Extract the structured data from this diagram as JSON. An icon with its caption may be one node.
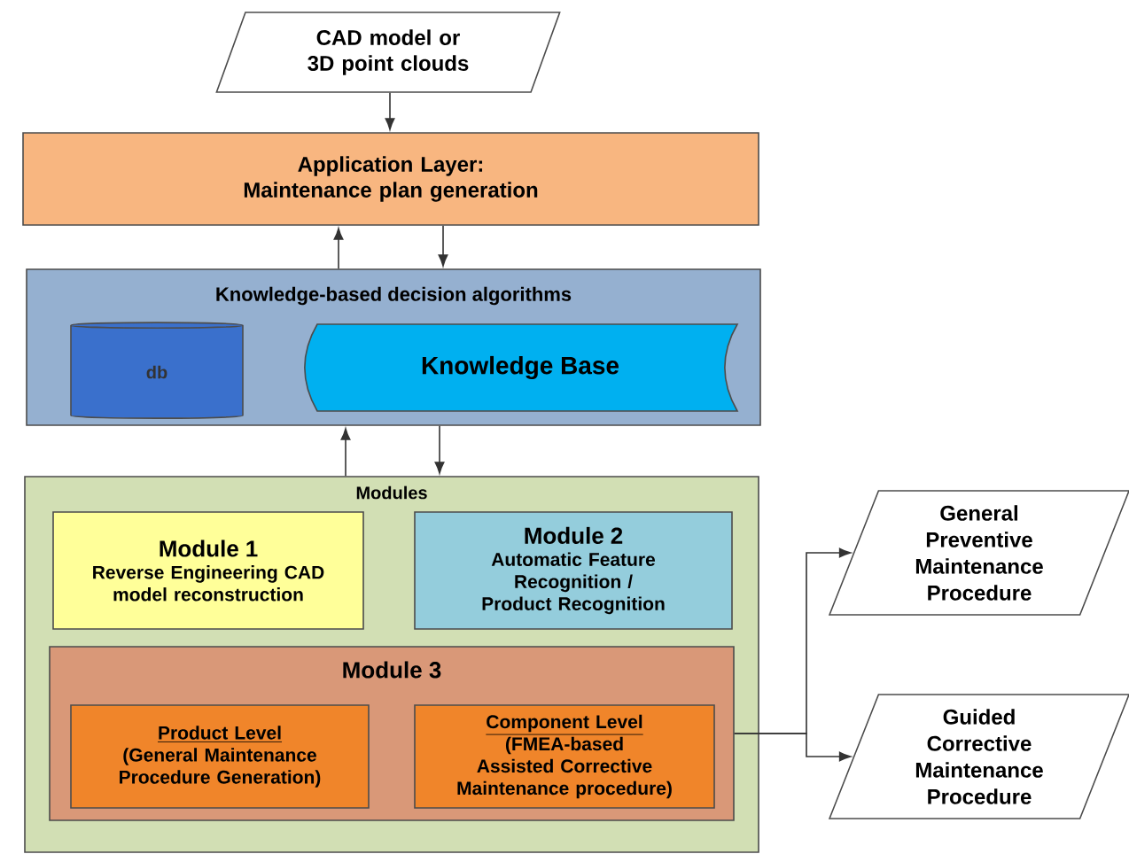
{
  "diagram": {
    "nodes": [
      {
        "text": [
          "CAD model or 3D point clouds"
        ]
      },
      {
        "text": [
          "Application Layer: Maintenance plan generation"
        ]
      },
      {
        "text": [
          "Knowledge-based decision algorithms"
        ]
      },
      {
        "text": [
          "db"
        ],
        "in": 2
      },
      {
        "text": [
          "Knowledge Base"
        ],
        "in": 2
      },
      {
        "text": [
          "Modules"
        ]
      },
      {
        "text": [
          "Module 1",
          "Reverse Engineering CAD model reconstruction"
        ],
        "in": 5
      },
      {
        "text": [
          "Module 2",
          "Automatic Feature Recognition / Product Recognition"
        ],
        "in": 5
      },
      {
        "text": [
          "Module 3"
        ],
        "in": 5
      },
      {
        "text": [
          "Product Level",
          "(General Maintenance Procedure Generation)"
        ],
        "in": 8
      },
      {
        "text": [
          "Component Level",
          "(FMEA-based Assisted Corrective Maintenance procedure)"
        ],
        "in": 8
      },
      {
        "text": [
          "General Preventive Maintenance Procedure"
        ]
      },
      {
        "text": [
          "Guided Corrective Maintenance Procedure"
        ]
      }
    ],
    "edges": [
      {
        "from": 0,
        "to": 1,
        "arrow": "to"
      },
      {
        "from": 2,
        "to": 1,
        "arrow": "to"
      },
      {
        "from": 1,
        "to": 2,
        "arrow": "to"
      },
      {
        "from": 5,
        "to": 2,
        "arrow": "to"
      },
      {
        "from": 2,
        "to": 5,
        "arrow": "to"
      },
      {
        "from": 8,
        "to": 11,
        "arrow": "to"
      },
      {
        "from": 8,
        "to": 12,
        "arrow": "to"
      }
    ]
  }
}
